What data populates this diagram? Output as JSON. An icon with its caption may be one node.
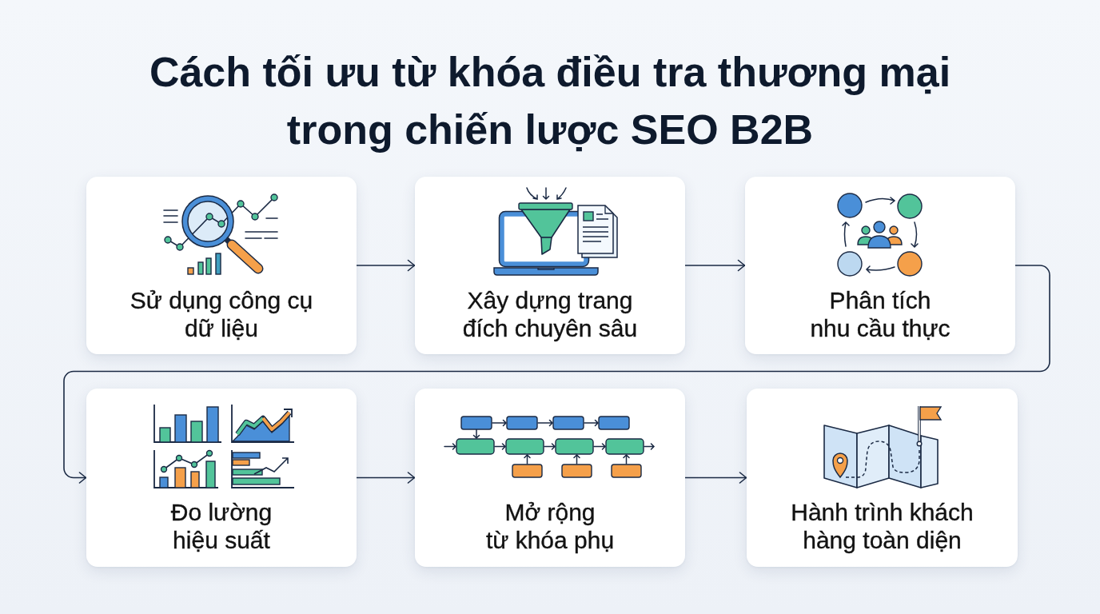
{
  "diagram": {
    "title": "Cách tối ưu từ khóa điều tra thương mại trong chiến lược SEO B2B",
    "nodes": [
      {
        "text": [
          "Sử dụng công cụ dữ liệu"
        ]
      },
      {
        "text": [
          "Xây dựng trang đích chuyên sâu"
        ]
      },
      {
        "text": [
          "Phân tích nhu cầu thực"
        ]
      },
      {
        "text": [
          "Đo lường hiệu suất"
        ]
      },
      {
        "text": [
          "Mở rộng từ khóa phụ"
        ]
      },
      {
        "text": [
          "Hành trình khách hàng toàn diện"
        ]
      }
    ],
    "edges": [
      {
        "from": 0,
        "to": 1,
        "arrow": "to"
      },
      {
        "from": 1,
        "to": 2,
        "arrow": "to"
      },
      {
        "from": 2,
        "to": 3,
        "arrow": "to"
      },
      {
        "from": 3,
        "to": 4,
        "arrow": "to"
      },
      {
        "from": 4,
        "to": 5,
        "arrow": "to"
      }
    ]
  }
}
